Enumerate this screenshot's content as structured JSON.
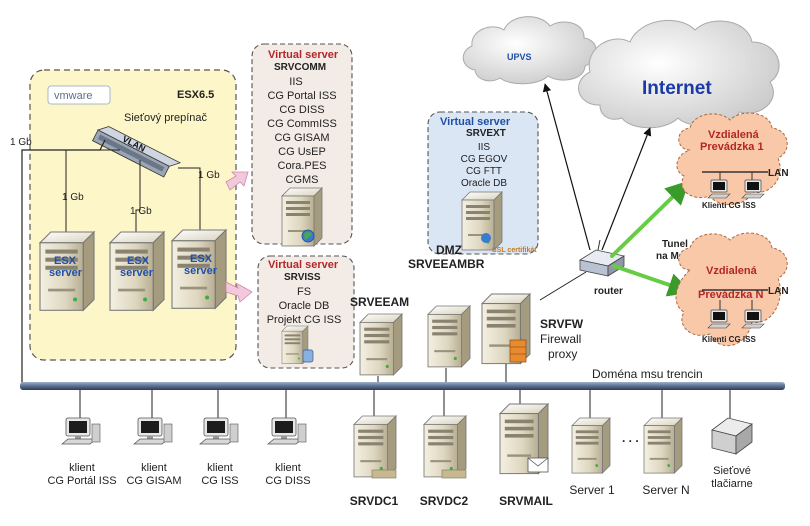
{
  "esx_cluster": {
    "vendor_logo": "vmware",
    "version": "ESX6.5",
    "switch_label": "Sieťový prepínač",
    "vlan": "VLAN",
    "uplink": "1 Gb",
    "links": [
      "1 Gb",
      "1 Gb",
      "1 Gb"
    ],
    "servers": [
      {
        "line1": "ESX",
        "line2": "server"
      },
      {
        "line1": "ESX",
        "line2": "server"
      },
      {
        "line1": "ESX",
        "line2": "server"
      }
    ]
  },
  "vs_comm": {
    "header": "Virtual server",
    "name": "SRVCOMM",
    "services": [
      "IIS",
      "CG Portal ISS",
      "CG DISS",
      "CG CommISS",
      "CG GISAM",
      "CG UsEP",
      "Cora.PES",
      "CGMS"
    ]
  },
  "vs_iss": {
    "header": "Virtual server",
    "name": "SRVISS",
    "services": [
      "FS",
      "Oracle DB",
      "Projekt CG ISS"
    ]
  },
  "vs_ext": {
    "header": "Virtual server",
    "name": "SRVEXT",
    "services": [
      "IIS",
      "CG EGOV",
      "CG FTT",
      "Oracle DB"
    ],
    "dmz": "DMZ",
    "ssl": "SSL certifikát"
  },
  "clouds": {
    "upvs": "UPVS",
    "internet": "Internet"
  },
  "router": "router",
  "tunnel": [
    "Tunel",
    "na MsÚ"
  ],
  "branch1": {
    "line1": "Vzdialená",
    "line2": "Prevádzka 1",
    "lan": "LAN",
    "clients": "Klienti CG ISS"
  },
  "branchN": {
    "line1": "Vzdialená",
    "line2": "Prevádzka N",
    "lan": "LAN",
    "clients": "Klienti CG ISS"
  },
  "servers": {
    "veeam": "SRVEEAM",
    "veeambr": "SRVEEAMBR",
    "fw": "SRVFW",
    "fw_role1": "Firewall",
    "fw_role2": "proxy"
  },
  "domain": "Doména msu trencin",
  "bottom": {
    "clients": [
      {
        "line1": "klient",
        "line2": "CG Portál ISS"
      },
      {
        "line1": "klient",
        "line2": "CG GISAM"
      },
      {
        "line1": "klient",
        "line2": "CG ISS"
      },
      {
        "line1": "klient",
        "line2": "CG DISS"
      }
    ],
    "srvdc1": "SRVDC1",
    "srvdc2": "SRVDC2",
    "srvmail": "SRVMAIL",
    "server1": "Server 1",
    "dots": ". . .",
    "serverN": "Server N",
    "printers_line1": "Sieťové",
    "printers_line2": "tlačiarne"
  },
  "colors": {
    "esx_panel": "#fdf6c8",
    "vs_panel": "#f3ece6",
    "dmz_panel": "#dbe6f4",
    "branch": "#f8c8a8",
    "tunnel": "#66cc44",
    "red": "#b3262a",
    "blue": "#1f4fa6"
  }
}
